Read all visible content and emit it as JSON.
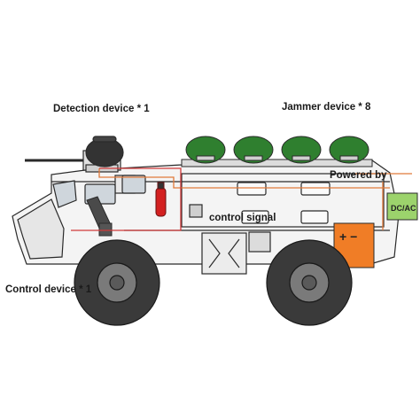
{
  "labels": {
    "detection": "Detection device * 1",
    "jammer": "Jammer device * 8",
    "powered": "Powered by",
    "control_signal": "control signal",
    "control_device": "Control device * 1"
  },
  "power_unit": {
    "converter_label": "DC/AC",
    "battery_label": "+ −"
  },
  "colors": {
    "hull": "#f4f4f4",
    "outline": "#2a2a2a",
    "tire": "#3a3a3a",
    "rim": "#7a7a7a",
    "jammer_dome": "#2f7f2f",
    "signal_line": "#e07a3a",
    "power_line": "#d03a3a",
    "converter": "#9cd36c",
    "battery": "#f07d26",
    "extinguisher": "#d32020"
  }
}
